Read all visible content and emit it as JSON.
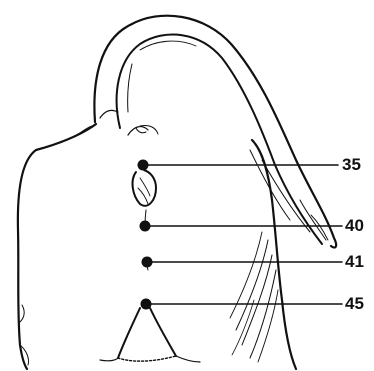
{
  "figure": {
    "points": [
      {
        "id": "p35",
        "label": "35"
      },
      {
        "id": "p40",
        "label": "40"
      },
      {
        "id": "p41",
        "label": "41"
      },
      {
        "id": "p45",
        "label": "45"
      }
    ]
  },
  "colors": {
    "ink": "#111111",
    "background": "#ffffff"
  }
}
